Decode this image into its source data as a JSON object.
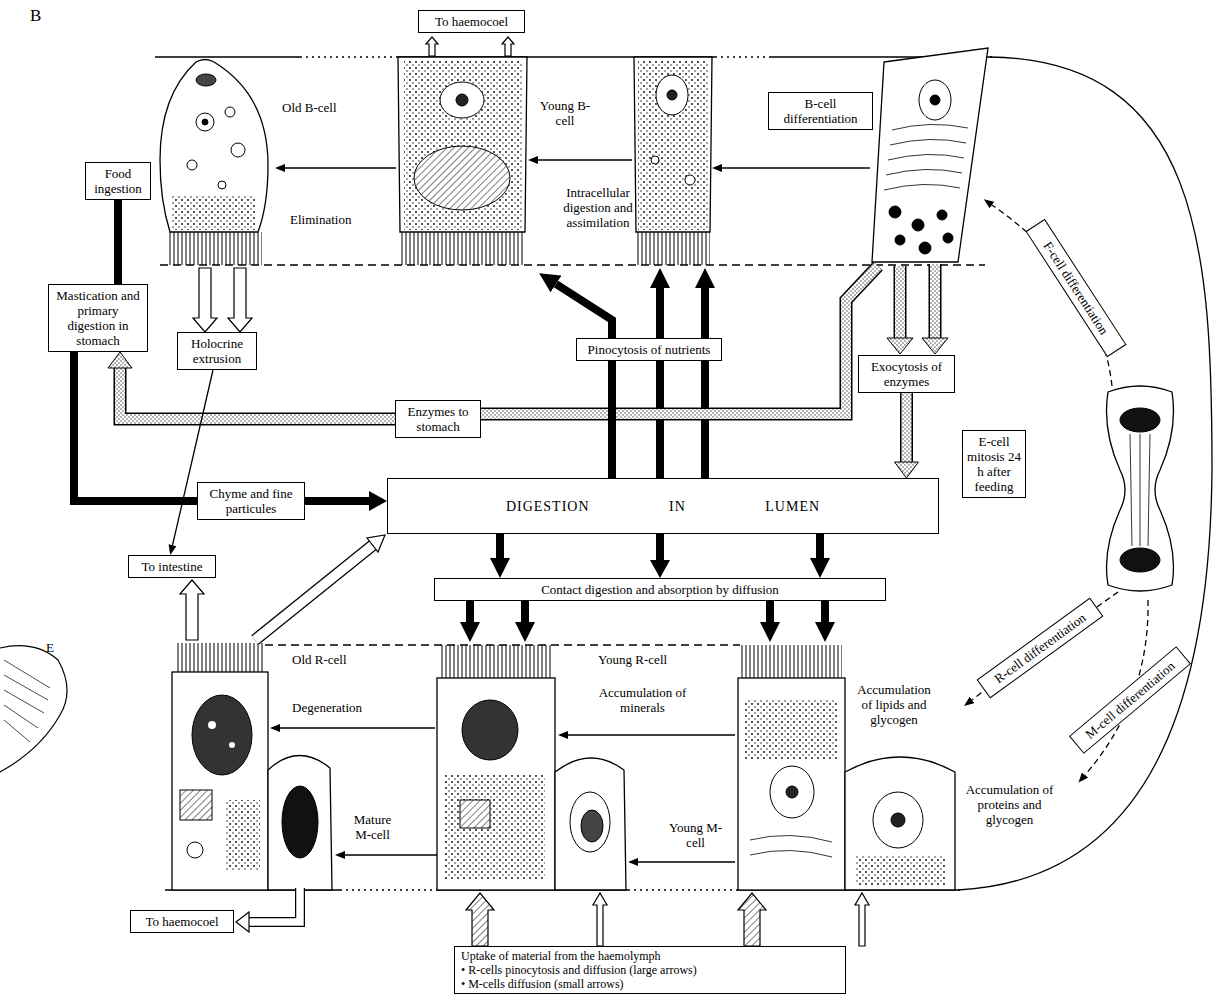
{
  "diagram": {
    "nodes": [
      {
        "text": [
          "To haemocoel"
        ]
      },
      {
        "text": [
          "B-cell differentiation"
        ]
      },
      {
        "text": [
          "Food ingestion"
        ]
      },
      {
        "text": [
          "Mastication and primary digestion in stomach"
        ]
      },
      {
        "text": [
          "Holocrine extrusion"
        ]
      },
      {
        "text": [
          "Pinocytosis of nutrients"
        ]
      },
      {
        "text": [
          "Exocytosis of enzymes"
        ]
      },
      {
        "text": [
          "Enzymes to stomach"
        ]
      },
      {
        "text": [
          "F-cell differentiation"
        ]
      },
      {
        "text": [
          "E-cell mitosis 24 h after feeding"
        ]
      },
      {
        "text": [
          "Chyme and fine particules"
        ]
      },
      {
        "text": [
          "DIGESTION IN LUMEN"
        ]
      },
      {
        "text": [
          "To intestine"
        ]
      },
      {
        "text": [
          "Contact digestion and absorption by diffusion"
        ]
      },
      {
        "text": [
          "R-cell differentiation"
        ]
      },
      {
        "text": [
          "M-cell differentiation"
        ]
      },
      {
        "text": [
          "To haemocoel"
        ]
      },
      {
        "text": [
          "Uptake of material from the haemolymph",
          "• R-cells pinocytosis and diffusion (large arrows)",
          "• M-cells diffusion (small arrows)"
        ]
      }
    ],
    "edges": [
      {
        "from": 2,
        "to": 3,
        "arrow": "none"
      },
      {
        "from": 3,
        "to": 10,
        "arrow": "none"
      },
      {
        "from": 10,
        "to": 11,
        "arrow": "to"
      },
      {
        "from": 11,
        "to": 5,
        "arrow": "none"
      },
      {
        "from": 6,
        "to": 11,
        "arrow": "to"
      },
      {
        "from": 7,
        "to": 3,
        "arrow": "to"
      },
      {
        "from": 4,
        "to": 12,
        "arrow": "to"
      },
      {
        "from": 11,
        "to": 13,
        "arrow": "to"
      }
    ],
    "labels": [
      "B",
      "Old B-cell",
      "Elimination",
      "Young B-cell",
      "Intracellular digestion and assimilation",
      "Old R-cell",
      "Degeneration",
      "Young R-cell",
      "Accumulation of minerals",
      "Accumulation of lipids and glycogen",
      "Mature M-cell",
      "Young M-cell",
      "Accumulation of proteins and glycogen",
      "E"
    ]
  }
}
